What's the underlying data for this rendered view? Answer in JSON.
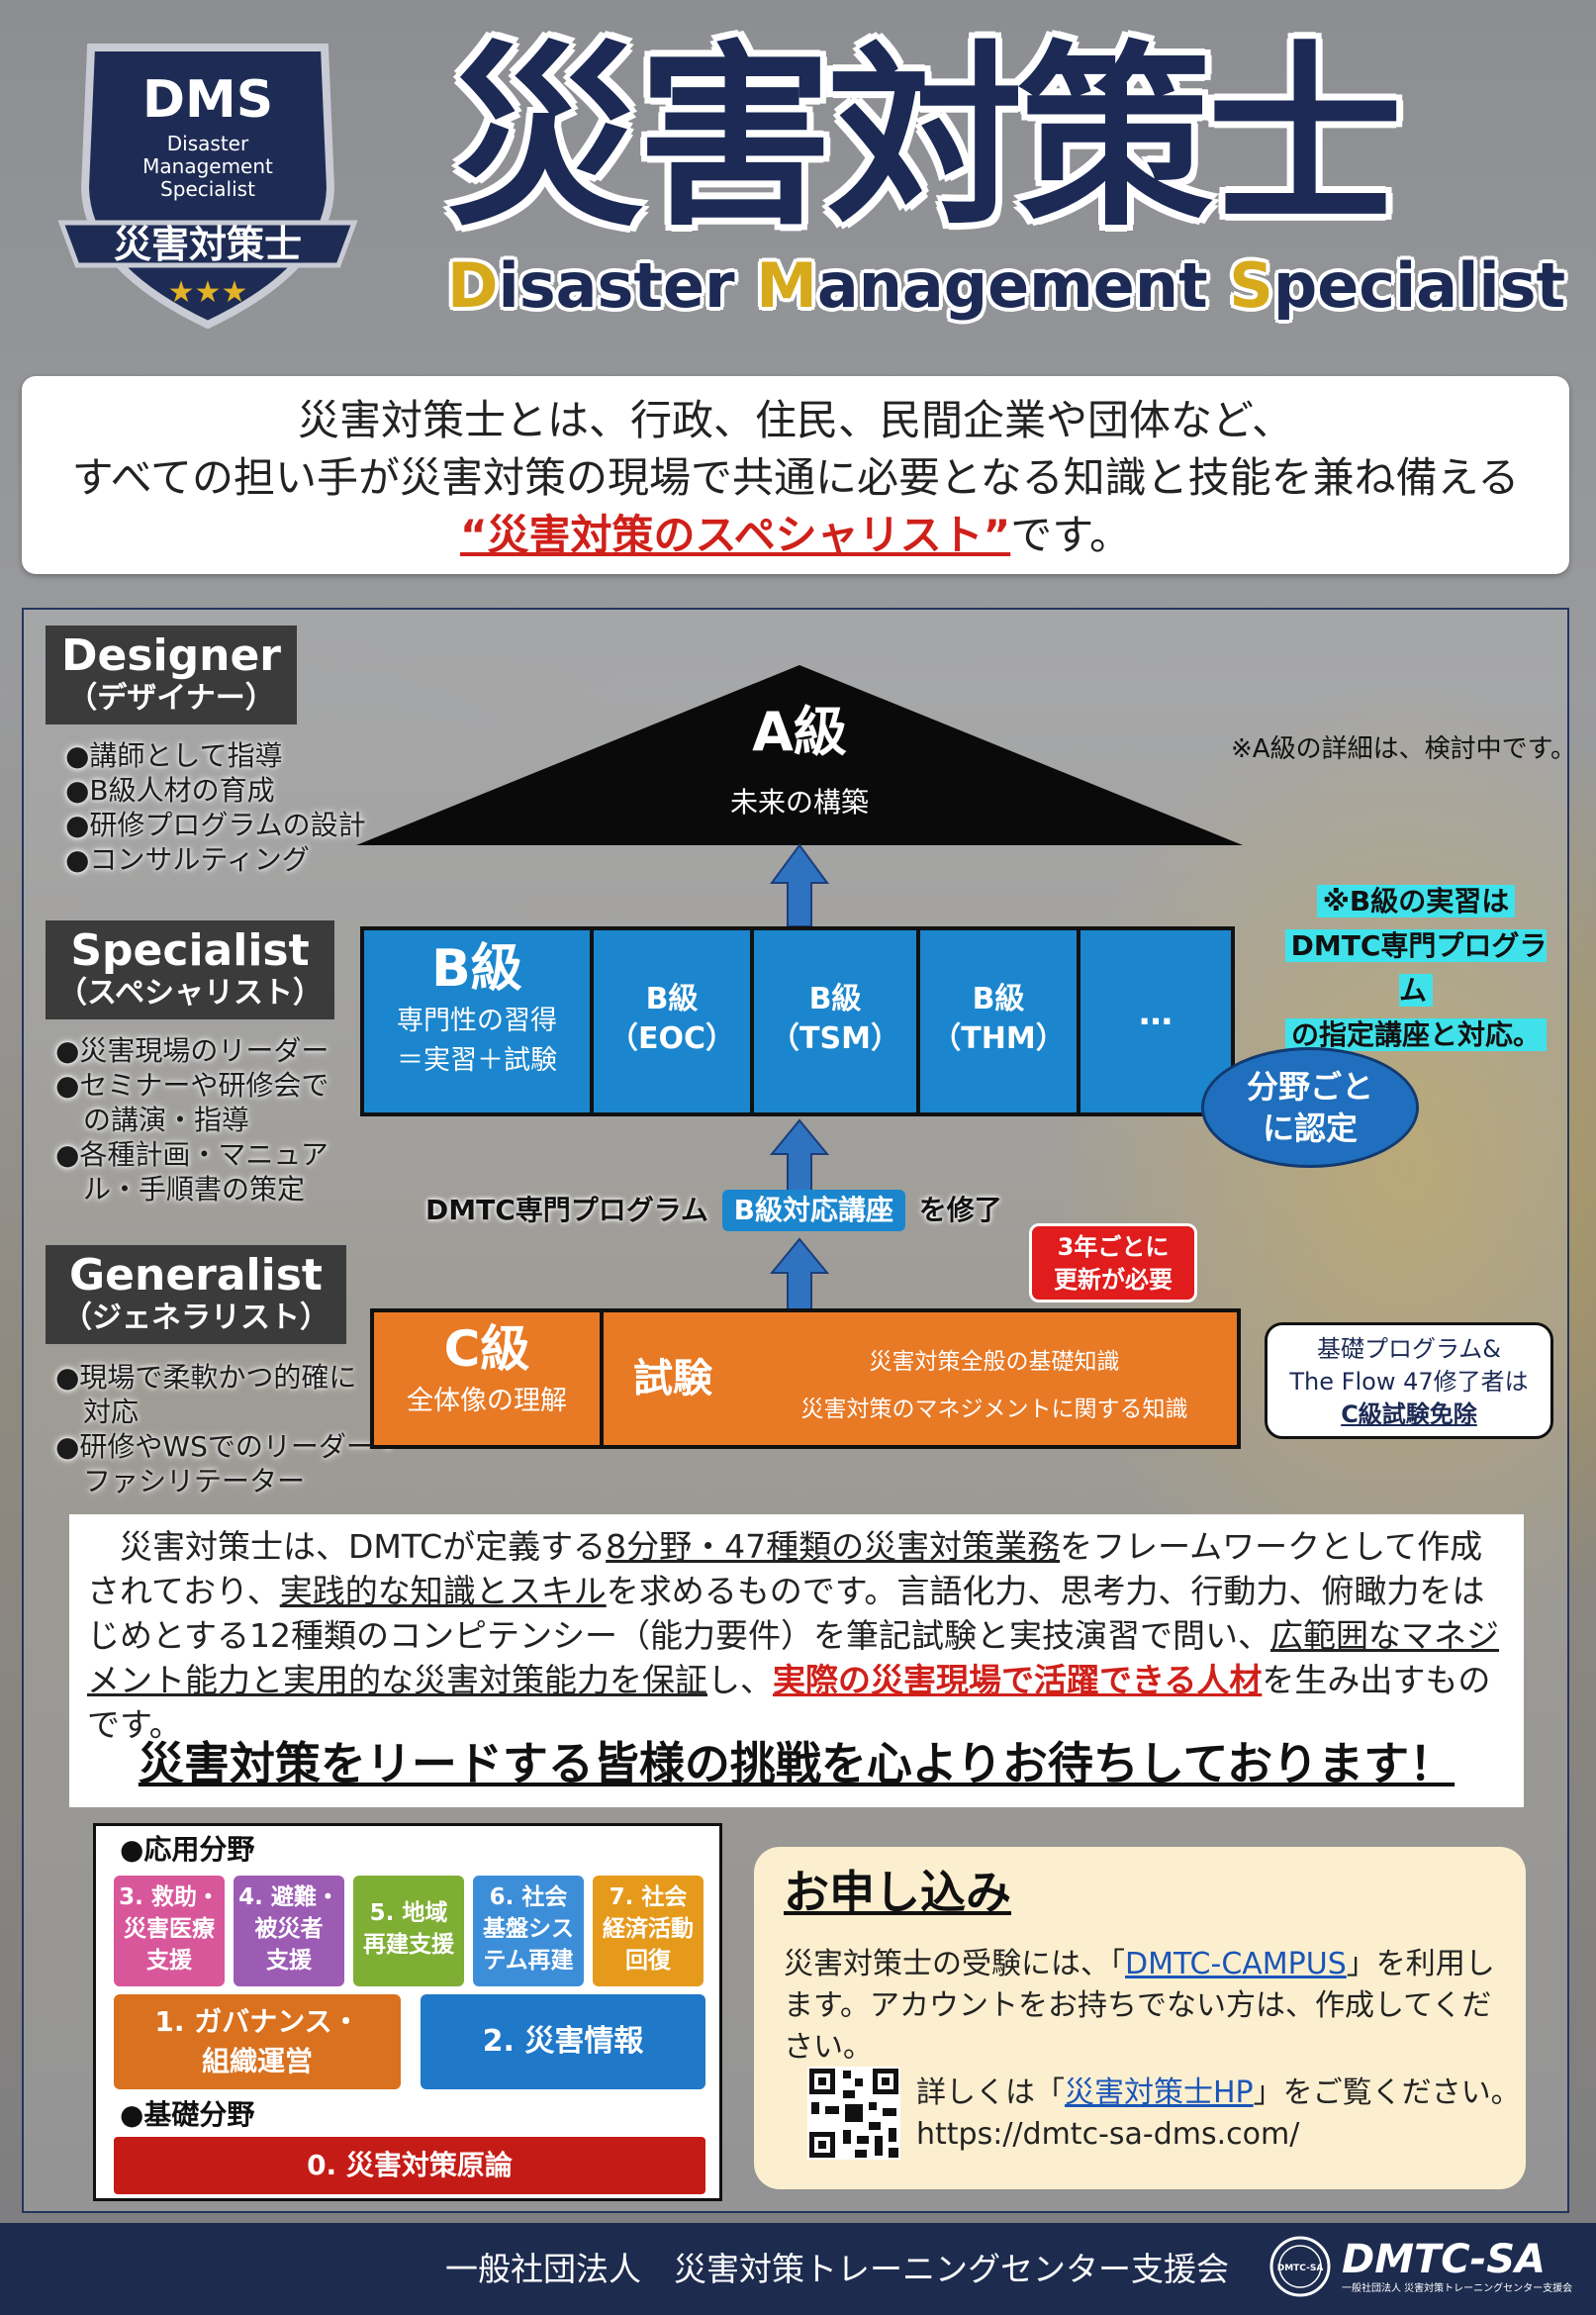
{
  "header": {
    "badge": {
      "line1": "DMS",
      "line2": "Disaster",
      "line3": "Management",
      "line4": "Specialist",
      "ribbon": "災害対策士",
      "stars": "★★★"
    },
    "title_jp": "災害対策士",
    "title_en": {
      "p1": "D",
      "p2": "isaster ",
      "p3": "M",
      "p4": "anagement ",
      "p5": "S",
      "p6": "pecialist"
    }
  },
  "intro": {
    "line1": "災害対策士とは、行政、住民、民間企業や団体など、",
    "line2": "すべての担い手が災害対策の現場で共通に必要となる知識と技能を兼ね備える",
    "line3_em": "“災害対策のスペシャリスト”",
    "line3_rest": "です。"
  },
  "roles": [
    {
      "en": "Designer",
      "jp": "（デザイナー）",
      "bullets": [
        "●講師として指導",
        "●B級人材の育成",
        "●研修プログラムの設計",
        "●コンサルティング"
      ]
    },
    {
      "en": "Specialist",
      "jp": "（スペシャリスト）",
      "bullets": [
        "●災害現場のリーダー",
        "●セミナーや研修会で",
        "　の講演・指導",
        "●各種計画・マニュア",
        "　ル・手順書の策定"
      ]
    },
    {
      "en": "Generalist",
      "jp": "（ジェネラリスト）",
      "bullets": [
        "●現場で柔軟かつ的確に",
        "　対応",
        "●研修やWSでのリーダー・",
        "　ファシリテーター"
      ]
    }
  ],
  "levels": {
    "a": {
      "title": "A級",
      "sub": "未来の構築",
      "note": "※A級の詳細は、検討中です。"
    },
    "b": {
      "title": "B級",
      "sub1": "専門性の習得",
      "sub2": "＝実習＋試験",
      "cells": [
        {
          "l1": "B級",
          "l2": "（EOC）"
        },
        {
          "l1": "B級",
          "l2": "（TSM）"
        },
        {
          "l1": "B級",
          "l2": "（THM）"
        },
        {
          "l1": "…",
          "l2": ""
        }
      ],
      "note_lines": [
        "※B級の実習は",
        "DMTC専門プログラム",
        "の指定講座と対応。"
      ],
      "oval_l1": "分野ごと",
      "oval_l2": "に認定"
    },
    "program": {
      "pre": "DMTC専門プログラム",
      "tag": "B級対応講座",
      "post": "を修了"
    },
    "renew": {
      "l1": "3年ごとに",
      "l2": "更新が必要"
    },
    "c": {
      "title": "C級",
      "sub": "全体像の理解",
      "exam": "試験",
      "exam_l1": "災害対策全般の基礎知識",
      "exam_l2": "災害対策のマネジメントに関する知識"
    },
    "exempt": {
      "l1": "基礎プログラム&",
      "l2": "The Flow 47修了者は",
      "l3": "C級試験免除"
    }
  },
  "description": {
    "s1": "　災害対策士は、DMTCが定義する",
    "s2": "8分野・47種類の災害対策業務",
    "s3": "をフレームワークとして作成されており、",
    "s4": "実践的な知識とスキル",
    "s5": "を求めるものです。言語化力、思考力、行動力、俯瞰力をはじめとする12種類のコンピテンシー（能力要件）を筆記試験と実技演習で問い、",
    "s6": "広範囲なマネジメント能力と実用的な災害対策能力を保証",
    "s7": "し、",
    "s8": "実際の災害現場で活躍できる人材",
    "s9": "を生み出すものです。",
    "slogan": "災害対策をリードする皆様の挑戦を心よりお待ちしております！"
  },
  "fields": {
    "applied_label": "●応用分野",
    "applied": [
      {
        "l1": "3. 救助・",
        "l2": "災害医療",
        "l3": "支援",
        "color": "#d8579a"
      },
      {
        "l1": "4. 避難・",
        "l2": "被災者",
        "l3": "支援",
        "color": "#9c5cb4"
      },
      {
        "l1": "5. 地域",
        "l2": "再建支援",
        "l3": "",
        "color": "#7fae34"
      },
      {
        "l1": "6. 社会",
        "l2": "基盤シス",
        "l3": "テム再建",
        "color": "#3d8ed8"
      },
      {
        "l1": "7. 社会",
        "l2": "経済活動",
        "l3": "回復",
        "color": "#e69a1c"
      }
    ],
    "mid": [
      {
        "l1": "1. ガバナンス・",
        "l2": "組織運営",
        "color": "#d9711e"
      },
      {
        "l1": "2. 災害情報",
        "l2": "",
        "color": "#1f78c8"
      }
    ],
    "basic_label": "●基礎分野",
    "basic": {
      "label": "0. 災害対策原論",
      "color": "#c51b16"
    }
  },
  "apply": {
    "title": "お申し込み",
    "t1": "災害対策士の受験には、「",
    "link1": "DMTC-CAMPUS",
    "t2": "」を利用します。アカウントをお持ちでない方は、作成してください。",
    "t3": "詳しくは「",
    "link2": "災害対策士HP",
    "t4": "」をご覧ください。",
    "url": "https://dmtc-sa-dms.com/"
  },
  "footer": {
    "org": "一般社団法人　災害対策トレーニングセンター支援会",
    "logo": "DMTC-SA",
    "logo_sub": "一般社団法人 災害対策トレーニングセンター支援会",
    "seal": "DMTC-SA"
  }
}
